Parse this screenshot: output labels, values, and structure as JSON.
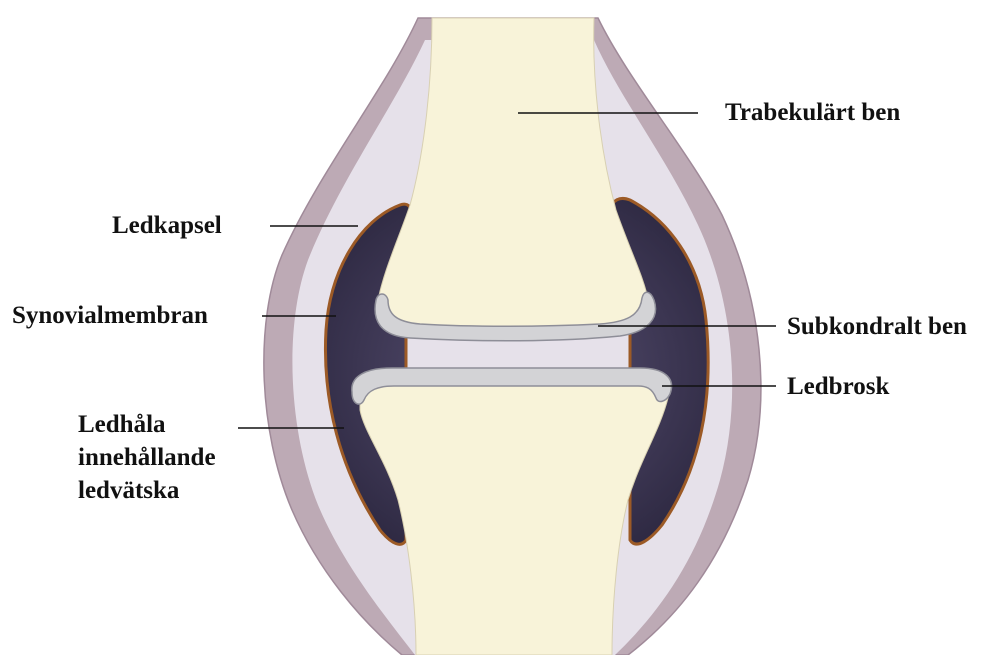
{
  "labels": {
    "trabecular_bone": "Trabekulärt ben",
    "joint_capsule": "Ledkapsel",
    "synovial_membrane": "Synovialmembran",
    "subchondral_bone": "Subkondralt ben",
    "articular_cartilage": "Ledbrosk",
    "joint_cavity": [
      "Ledhåla",
      "innehållande",
      "ledvätska"
    ]
  },
  "colors": {
    "bone": "#f8f3d9",
    "capsule_outer": "#bdaab5",
    "capsule_inner": "#e6e1ea",
    "synovial_membrane": "#9c5a26",
    "synovial_fluid": "#3b3550",
    "cartilage": "#d3d3d6",
    "leader_line": "#111111",
    "text": "#111111"
  }
}
